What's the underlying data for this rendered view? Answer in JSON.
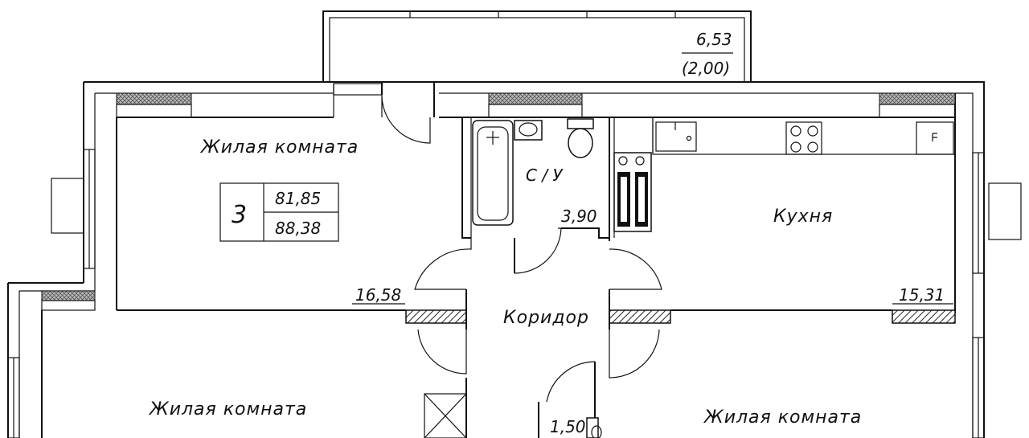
{
  "balcony": {
    "area": "6,53",
    "area_reduced": "(2,00)"
  },
  "apartment": {
    "rooms": "3",
    "living_area": "81,85",
    "total_area": "88,38"
  },
  "rooms": {
    "living_room_1": {
      "label": "Жилая комната",
      "area": "16,58"
    },
    "bathroom": {
      "label": "С / У",
      "area": "3,90"
    },
    "kitchen": {
      "label": "Кухня",
      "area": "15,31"
    },
    "corridor": {
      "label": "Коридор"
    },
    "living_room_2": {
      "label": "Жилая комната"
    },
    "living_room_3": {
      "label": "Жилая комната"
    },
    "wc_small": {
      "area": "1,50"
    }
  }
}
